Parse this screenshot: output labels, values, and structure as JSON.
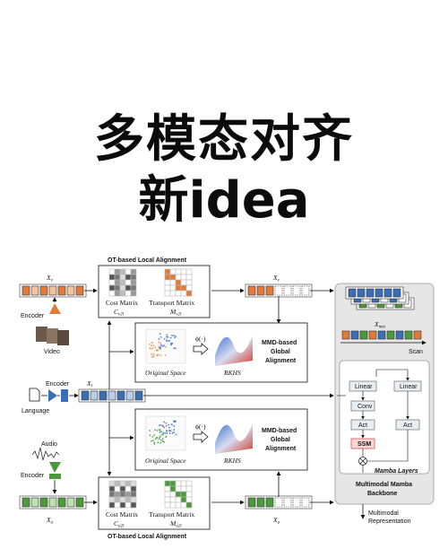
{
  "title_line1": "多模态对齐",
  "title_line2": "新idea",
  "diagram": {
    "top_title": "OT-based Local Alignment",
    "bottom_title": "OT-based Local Alignment",
    "video_symbol": "X",
    "video_sub": "v",
    "language_symbol": "X",
    "language_sub": "l",
    "audio_symbol": "X",
    "audio_sub": "a",
    "encoder_label": "Encoder",
    "video_label": "Video",
    "language_label": "Language",
    "audio_label": "Audio",
    "cost_matrix_top": "Cost Matrix",
    "cost_matrix_top_sym": "C",
    "cost_matrix_top_sub": "v2l",
    "transport_matrix_top": "Transport Matrix",
    "transport_matrix_top_sym": "M",
    "transport_matrix_top_sub": "v2l",
    "cost_matrix_bot": "Cost Matrix",
    "cost_matrix_bot_sym": "C",
    "cost_matrix_bot_sub": "a2l",
    "transport_matrix_bot": "Transport Matrix",
    "transport_matrix_bot_sym": "M",
    "transport_matrix_bot_sub": "a2l",
    "phi": "ϕ(·)",
    "original_space": "Original Space",
    "rkhs": "RKHS",
    "mmd_line1": "MMD-based",
    "mmd_line2": "Global",
    "mmd_line3": "Alignment",
    "xmm_symbol": "X",
    "xmm_sub": "mm",
    "scan": "Scan",
    "linear": "Linear",
    "conv": "Conv",
    "act": "Act",
    "ssm": "SSM",
    "mamba_layers": "Mamba Layers",
    "backbone_line1": "Multimodal Mamba",
    "backbone_line2": "Backbone",
    "output_line1": "Multimodal",
    "output_line2": "Representation",
    "colors": {
      "video": "#e07b39",
      "language": "#3a6fb5",
      "audio": "#4c9a3a",
      "ssm": "#d9534f",
      "mamba_text": "#c0392b"
    }
  }
}
